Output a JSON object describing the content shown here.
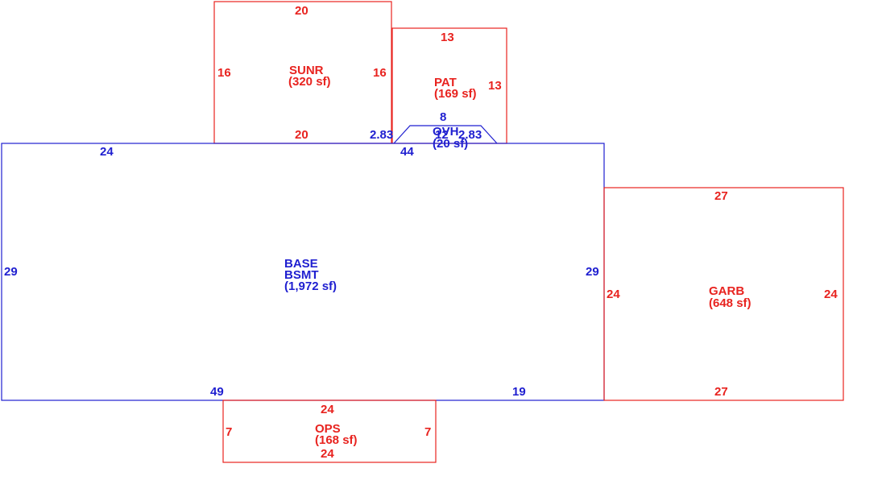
{
  "colors": {
    "red": "#e8231f",
    "blue": "#1f1fd0"
  },
  "areas": {
    "sunr": {
      "name": "SUNR",
      "area": "(320 sf)",
      "top": "20",
      "bottom": "20",
      "left": "16",
      "right": "16"
    },
    "pat": {
      "name": "PAT",
      "area": "(169 sf)",
      "top": "13",
      "right": "13"
    },
    "ovh": {
      "name": "OVH",
      "area": "(20 sf)",
      "top": "8",
      "left": "2.83",
      "right": "2.83",
      "bottom": "12"
    },
    "base": {
      "name": "BASE",
      "name2": "BSMT",
      "area": "(1,972 sf)",
      "top_left": "24",
      "top_right": "44",
      "left": "29",
      "right": "29",
      "bottom_left": "49",
      "bottom_right": "19"
    },
    "garb": {
      "name": "GARB",
      "area": "(648 sf)",
      "top": "27",
      "bottom": "27",
      "left": "24",
      "right": "24"
    },
    "ops": {
      "name": "OPS",
      "area": "(168 sf)",
      "top": "24",
      "bottom": "24",
      "left": "7",
      "right": "7"
    }
  }
}
